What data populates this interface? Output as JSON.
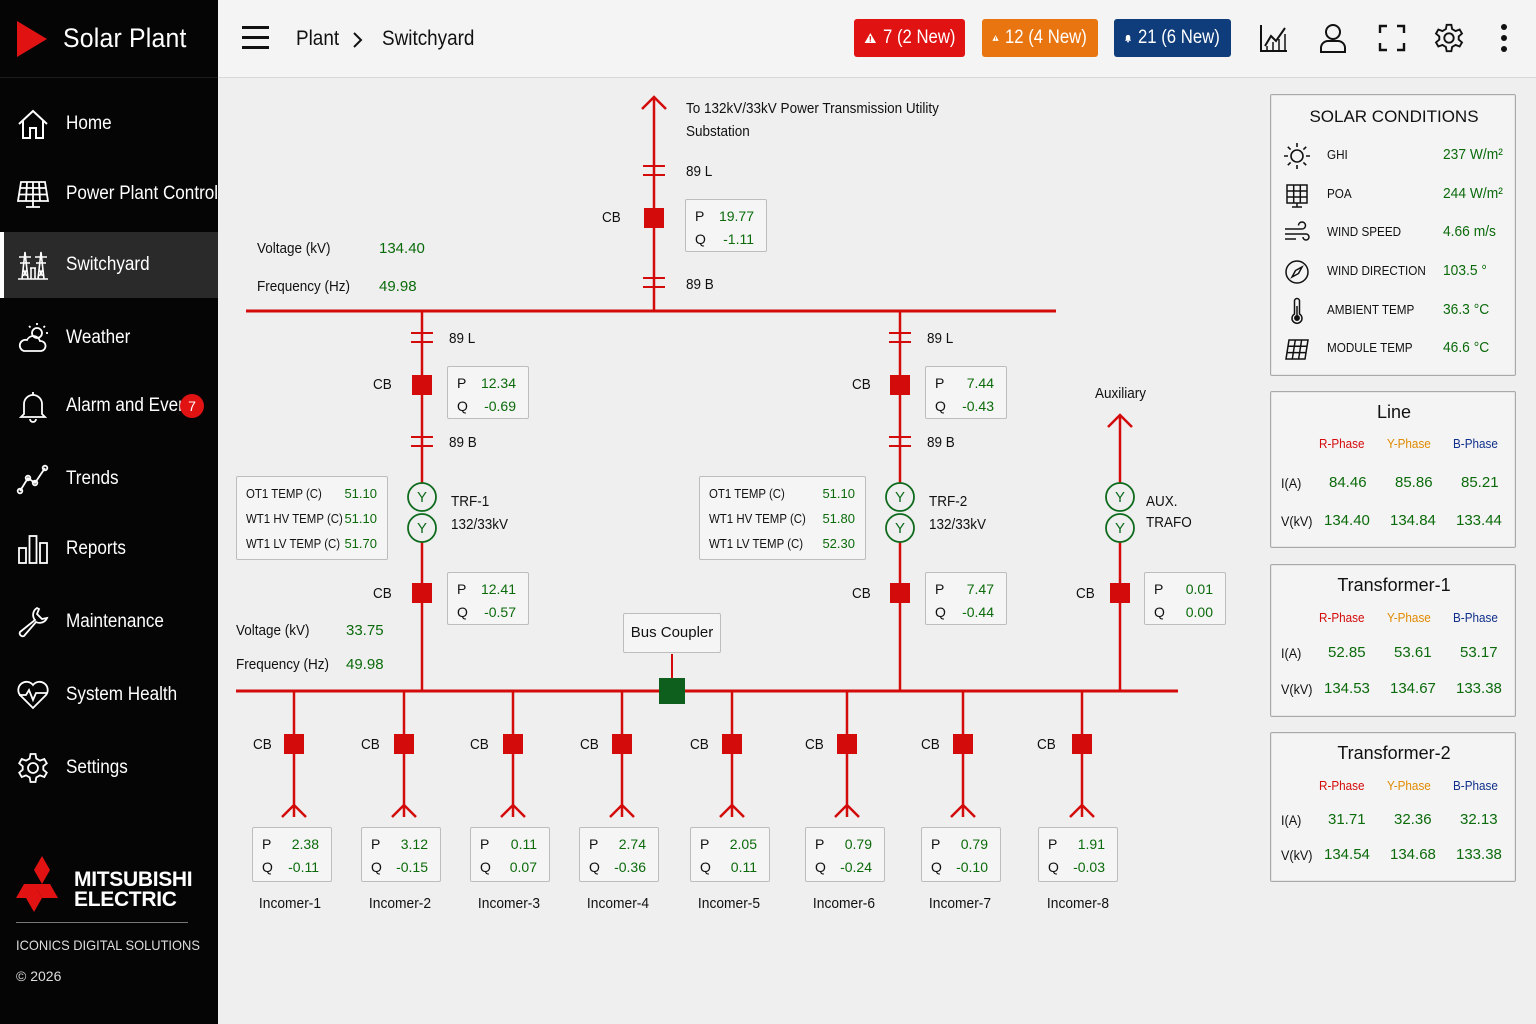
{
  "app": {
    "title": "Solar Plant"
  },
  "sidebar": {
    "items": [
      {
        "label": "Home"
      },
      {
        "label": "Power Plant Control"
      },
      {
        "label": "Switchyard"
      },
      {
        "label": "Weather"
      },
      {
        "label": "Alarm and Events",
        "badge": "7"
      },
      {
        "label": "Trends"
      },
      {
        "label": "Reports"
      },
      {
        "label": "Maintenance"
      },
      {
        "label": "System Health"
      },
      {
        "label": "Settings"
      }
    ],
    "active": "Switchyard",
    "brand_logo_text": "MITSUBISHI ELECTRIC",
    "company": "ICONICS DIGITAL SOLUTIONS",
    "copyright": "© 2026"
  },
  "topbar": {
    "breadcrumb": [
      "Plant",
      "Switchyard"
    ],
    "alarms": [
      {
        "label": "7 (2 New)",
        "color": "#e01212",
        "icon": "warning-icon"
      },
      {
        "label": "12 (4 New)",
        "color": "#e87510",
        "icon": "warning-icon"
      },
      {
        "label": "21 (6 New)",
        "color": "#0f3c7a",
        "icon": "bell-icon"
      }
    ],
    "icons": [
      "chart-icon",
      "user-icon",
      "fullscreen-icon",
      "gear-icon",
      "more-vertical-icon"
    ]
  },
  "colors": {
    "line": "#d40b0b",
    "value": "#0b6b0b",
    "coupler": "#0e5e1d",
    "r_phase": "#d40b0b",
    "y_phase": "#e08a00",
    "b_phase": "#0f2f8a"
  },
  "diagram": {
    "utility_label": "To 132kV/33kV Power Transmission Utility Substation",
    "utility_line1": "To 132kV/33kV Power Transmission Utility",
    "utility_line2": "Substation",
    "main": {
      "top_isolator": "89 L",
      "cb": "CB",
      "bottom_isolator": "89 B",
      "P": "19.77",
      "Q": "-1.11"
    },
    "hv_bus": {
      "voltage_label": "Voltage (kV)",
      "voltage": "134.40",
      "frequency_label": "Frequency (Hz)",
      "frequency": "49.98"
    },
    "mv_bus": {
      "voltage_label": "Voltage (kV)",
      "voltage": "33.75",
      "frequency_label": "Frequency (Hz)",
      "frequency": "49.98"
    },
    "pq_labels": {
      "p": "P",
      "q": "Q"
    },
    "cb_label": "CB",
    "trf1": {
      "name": "TRF-1",
      "rating": "132/33kV",
      "iso_top": "89 L",
      "iso_bottom": "89 B",
      "hv": {
        "P": "12.34",
        "Q": "-0.69"
      },
      "lv": {
        "P": "12.41",
        "Q": "-0.57"
      },
      "temps": [
        {
          "label": "OT1 TEMP (C)",
          "value": "51.10"
        },
        {
          "label": "WT1 HV TEMP (C)",
          "value": "51.10"
        },
        {
          "label": "WT1 LV TEMP (C)",
          "value": "51.70"
        }
      ]
    },
    "trf2": {
      "name": "TRF-2",
      "rating": "132/33kV",
      "iso_top": "89 L",
      "iso_bottom": "89 B",
      "hv": {
        "P": "7.44",
        "Q": "-0.43"
      },
      "lv": {
        "P": "7.47",
        "Q": "-0.44"
      },
      "temps": [
        {
          "label": "OT1 TEMP (C)",
          "value": "51.10"
        },
        {
          "label": "WT1 HV TEMP (C)",
          "value": "51.80"
        },
        {
          "label": "WT1 LV TEMP (C)",
          "value": "52.30"
        }
      ]
    },
    "aux": {
      "label": "Auxiliary",
      "name": "AUX.",
      "name2": "TRAFO",
      "P": "0.01",
      "Q": "0.00"
    },
    "winding_symbol": "Y",
    "bus_coupler": "Bus Coupler",
    "incomers": [
      {
        "name": "Incomer-1",
        "P": "2.38",
        "Q": "-0.11"
      },
      {
        "name": "Incomer-2",
        "P": "3.12",
        "Q": "-0.15"
      },
      {
        "name": "Incomer-3",
        "P": "0.11",
        "Q": "0.07"
      },
      {
        "name": "Incomer-4",
        "P": "2.74",
        "Q": "-0.36"
      },
      {
        "name": "Incomer-5",
        "P": "2.05",
        "Q": "0.11"
      },
      {
        "name": "Incomer-6",
        "P": "0.79",
        "Q": "-0.24"
      },
      {
        "name": "Incomer-7",
        "P": "0.79",
        "Q": "-0.10"
      },
      {
        "name": "Incomer-8",
        "P": "1.91",
        "Q": "-0.03"
      }
    ]
  },
  "solar_conditions": {
    "title": "SOLAR CONDITIONS",
    "rows": [
      {
        "icon": "sun-icon",
        "label": "GHI",
        "value": "237 W/m²"
      },
      {
        "icon": "solar-panel-icon",
        "label": "POA",
        "value": "244 W/m²"
      },
      {
        "icon": "wind-icon",
        "label": "WIND SPEED",
        "value": "4.66 m/s"
      },
      {
        "icon": "compass-icon",
        "label": "WIND DIRECTION",
        "value": "103.5 °"
      },
      {
        "icon": "thermometer-icon",
        "label": "AMBIENT TEMP",
        "value": "36.3 °C"
      },
      {
        "icon": "module-grid-icon",
        "label": "MODULE TEMP",
        "value": "46.6 °C"
      }
    ]
  },
  "phase_headers": {
    "r": "R-Phase",
    "y": "Y-Phase",
    "b": "B-Phase",
    "current": "I(A)",
    "voltage": "V(kV)"
  },
  "phase_panels": [
    {
      "title": "Line",
      "I": [
        "84.46",
        "85.86",
        "85.21"
      ],
      "V": [
        "134.40",
        "134.84",
        "133.44"
      ]
    },
    {
      "title": "Transformer-1",
      "I": [
        "52.85",
        "53.61",
        "53.17"
      ],
      "V": [
        "134.53",
        "134.67",
        "133.38"
      ]
    },
    {
      "title": "Transformer-2",
      "I": [
        "31.71",
        "32.36",
        "32.13"
      ],
      "V": [
        "134.54",
        "134.68",
        "133.38"
      ]
    }
  ]
}
